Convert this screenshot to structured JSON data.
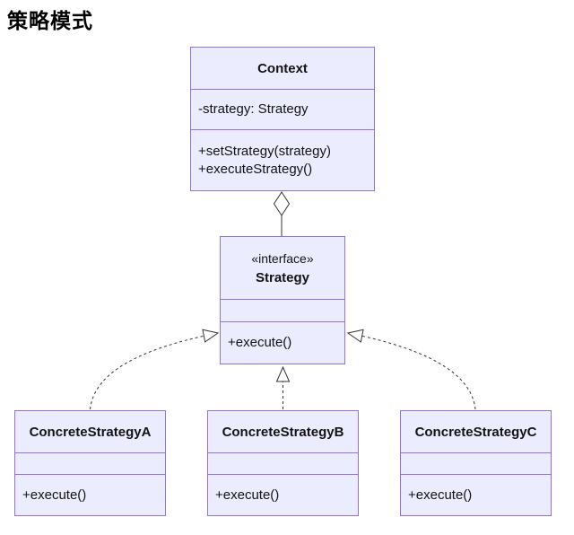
{
  "page": {
    "title": "策略模式"
  },
  "diagram": {
    "type": "uml-class-diagram",
    "colors": {
      "box_fill": "#ECECFF",
      "box_border": "#9370DB",
      "line": "#333333",
      "arrow_fill": "#FFFFFF",
      "text": "#131313",
      "title": "#000000"
    },
    "classes": {
      "context": {
        "name": "Context",
        "attributes": [
          "-strategy: Strategy"
        ],
        "methods": [
          "+setStrategy(strategy)",
          "+executeStrategy()"
        ]
      },
      "strategy": {
        "stereotype": "«interface»",
        "name": "Strategy",
        "attributes": [],
        "methods": [
          "+execute()"
        ]
      },
      "concreteA": {
        "name": "ConcreteStrategyA",
        "attributes": [],
        "methods": [
          "+execute()"
        ]
      },
      "concreteB": {
        "name": "ConcreteStrategyB",
        "attributes": [],
        "methods": [
          "+execute()"
        ]
      },
      "concreteC": {
        "name": "ConcreteStrategyC",
        "attributes": [],
        "methods": [
          "+execute()"
        ]
      }
    },
    "relations": [
      {
        "from": "Context",
        "to": "Strategy",
        "type": "aggregation"
      },
      {
        "from": "ConcreteStrategyA",
        "to": "Strategy",
        "type": "realization"
      },
      {
        "from": "ConcreteStrategyB",
        "to": "Strategy",
        "type": "realization"
      },
      {
        "from": "ConcreteStrategyC",
        "to": "Strategy",
        "type": "realization"
      }
    ]
  }
}
